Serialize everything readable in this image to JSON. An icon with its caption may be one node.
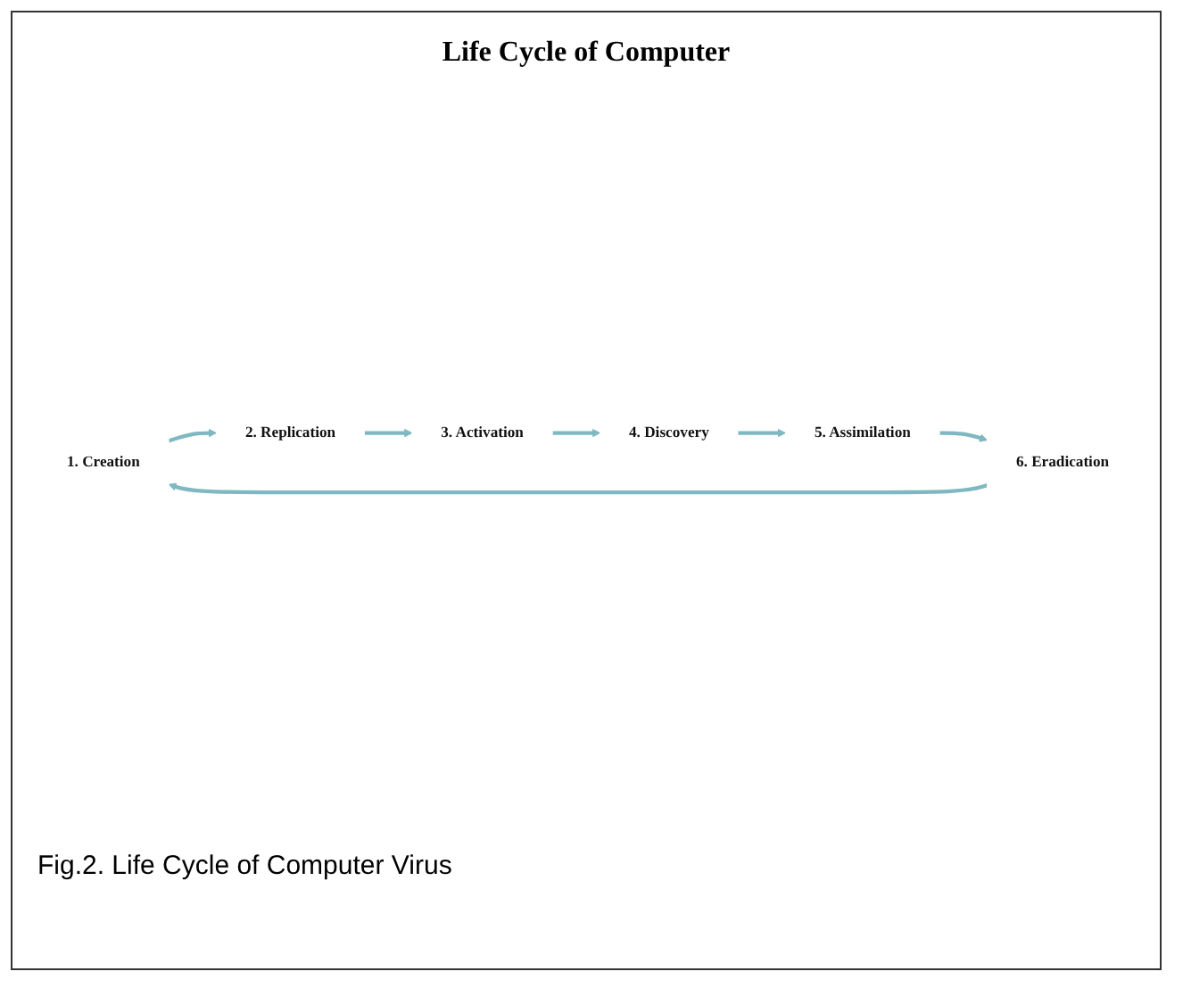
{
  "diagram": {
    "caption": "Fig.2. Life Cycle of Computer Virus",
    "nodes": [
      {
        "text": [
          "1. Creation"
        ]
      },
      {
        "text": [
          "2. Replication"
        ]
      },
      {
        "text": [
          "3. Activation"
        ]
      },
      {
        "text": [
          "4. Discovery"
        ]
      },
      {
        "text": [
          "5. Assimilation"
        ]
      },
      {
        "text": [
          "6. Eradication"
        ]
      }
    ],
    "edges": [
      {
        "from": 5,
        "to": 0,
        "arrow": "to"
      },
      {
        "from": 0,
        "to": 1,
        "arrow": "to"
      },
      {
        "from": 1,
        "to": 2,
        "arrow": "to"
      },
      {
        "from": 2,
        "to": 3,
        "arrow": "to"
      },
      {
        "from": 3,
        "to": 4,
        "arrow": "to"
      },
      {
        "from": 4,
        "to": 5,
        "arrow": "to"
      }
    ],
    "labels": [
      "Life Cycle of Computer"
    ]
  }
}
